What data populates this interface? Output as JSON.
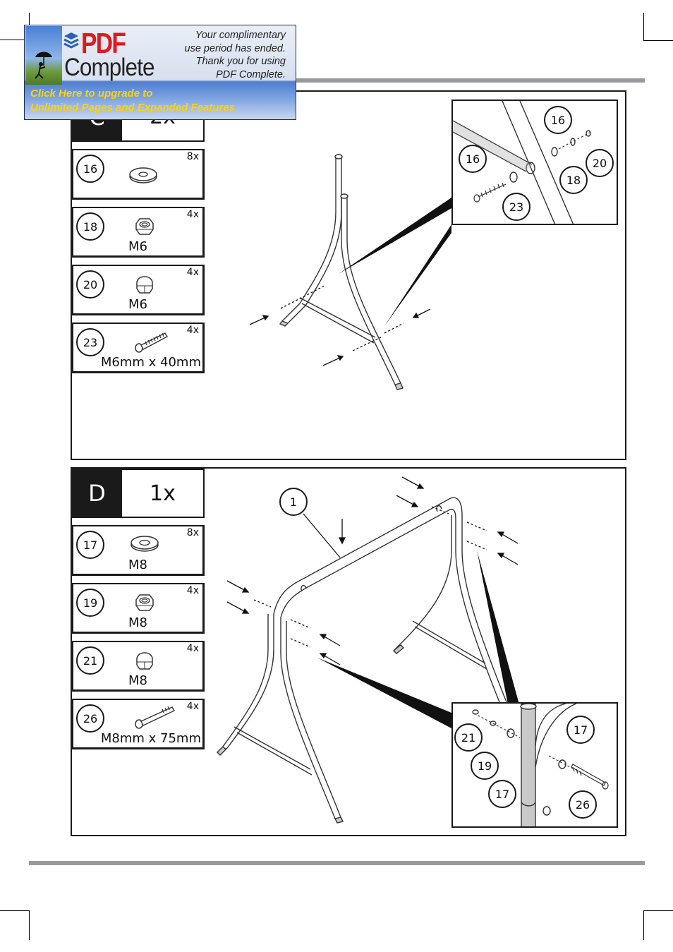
{
  "banner": {
    "brand_top": "PDF",
    "brand_bottom": "Complete",
    "message_lines": [
      "Your complimentary",
      "use period has ended.",
      "Thank you for using",
      "PDF Complete."
    ],
    "cta_lines": [
      "Click Here to upgrade to",
      "Unlimited Pages and Expanded Features"
    ]
  },
  "step_c": {
    "letter": "C",
    "quantity": "2x",
    "parts": [
      {
        "number": "16",
        "qty": "8x",
        "size": "",
        "icon": "washer-icon"
      },
      {
        "number": "18",
        "qty": "4x",
        "size": "M6",
        "icon": "nut-icon"
      },
      {
        "number": "20",
        "qty": "4x",
        "size": "M6",
        "icon": "cap-nut-icon"
      },
      {
        "number": "23",
        "qty": "4x",
        "size": "M6mm x 40mm",
        "icon": "bolt-icon"
      }
    ],
    "inset_callouts": [
      "16",
      "16",
      "20",
      "18",
      "23"
    ]
  },
  "step_d": {
    "letter": "D",
    "quantity": "1x",
    "parts": [
      {
        "number": "17",
        "qty": "8x",
        "size": "M8",
        "icon": "washer-icon"
      },
      {
        "number": "19",
        "qty": "4x",
        "size": "M8",
        "icon": "nut-icon"
      },
      {
        "number": "21",
        "qty": "4x",
        "size": "M8",
        "icon": "cap-nut-icon"
      },
      {
        "number": "26",
        "qty": "4x",
        "size": "M8mm x 75mm",
        "icon": "bolt-icon"
      }
    ],
    "frame_callout": "1",
    "inset_callouts": [
      "21",
      "19",
      "17",
      "17",
      "26"
    ]
  }
}
